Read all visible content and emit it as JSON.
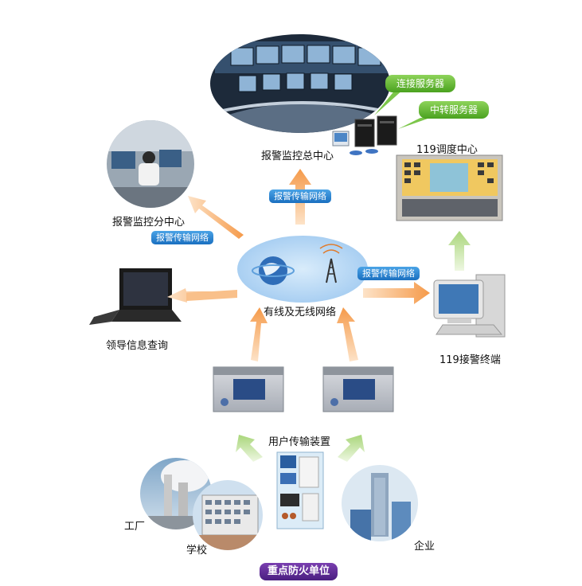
{
  "nodes": {
    "hq": "报警监控总中心",
    "server_connect": "连接服务器",
    "server_relay": "中转服务器",
    "dispatch": "119调度中心",
    "branch": "报警监控分中心",
    "leader": "领导信息查询",
    "network": "有线及无线网络",
    "terminal": "119接警终端",
    "device": "用户传输装置",
    "factory": "工厂",
    "school": "学校",
    "enterprise": "企业",
    "units": "重点防火单位"
  },
  "links": {
    "hq": "报警传输网络",
    "branch": "报警传输网络",
    "terminal": "报警传输网络"
  },
  "colors": {
    "arrow_orange": "#f7a35c",
    "arrow_green": "#b7dd8a",
    "pill_blue": "#1a6fc0",
    "pill_green": "#4aa21f",
    "pill_purple": "#5a2a90"
  }
}
